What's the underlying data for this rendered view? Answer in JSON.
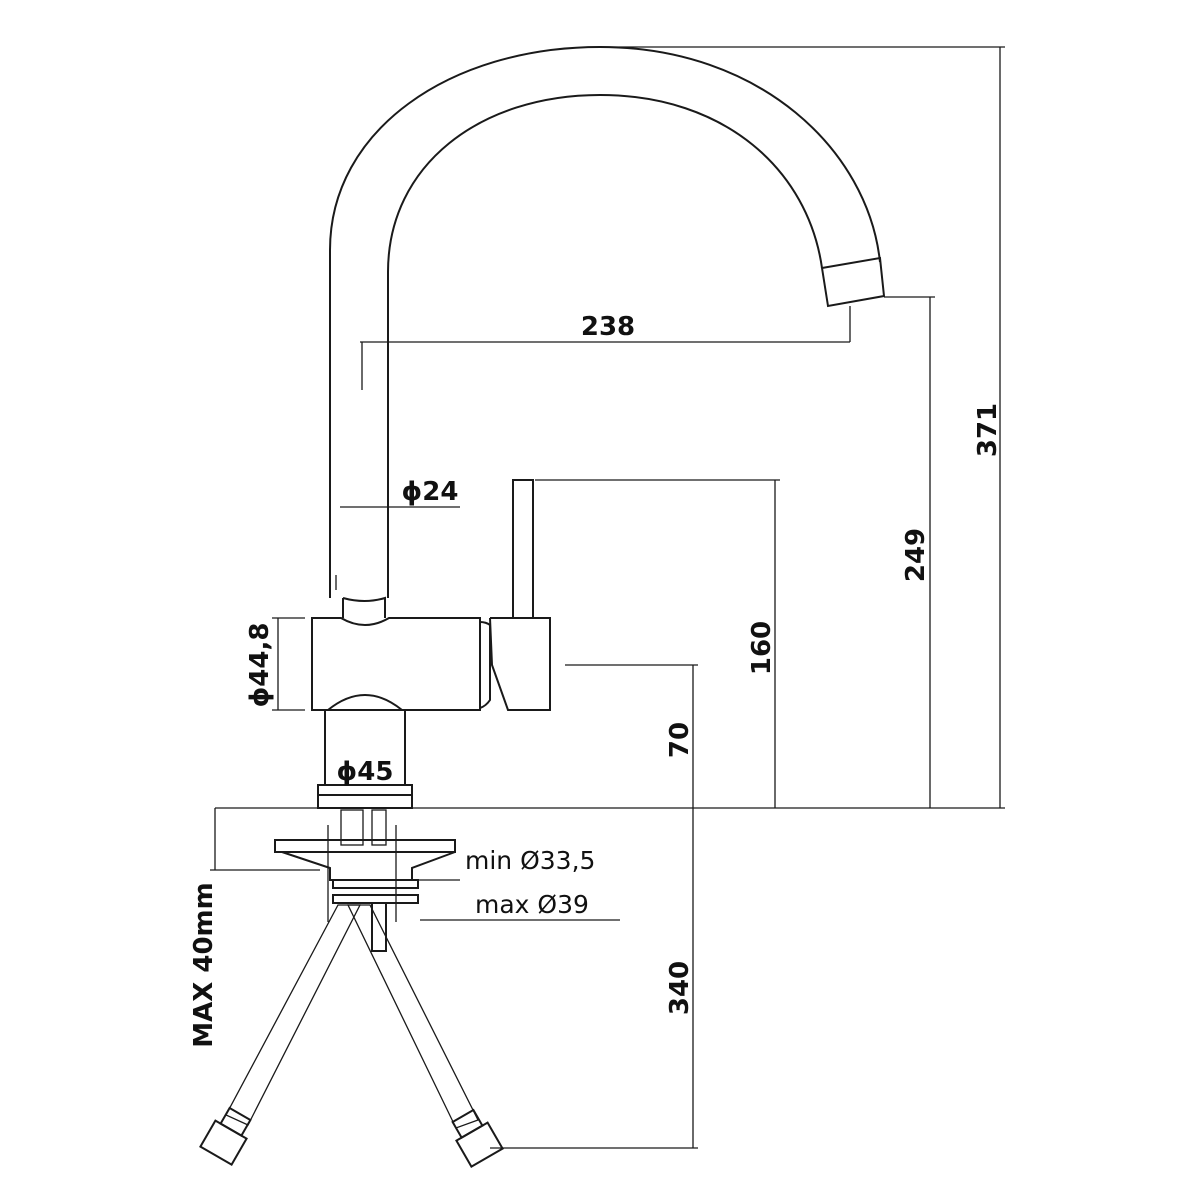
{
  "title": "Kitchen faucet technical drawing",
  "dimensions": {
    "spout_reach": "238",
    "total_height": "371",
    "spout_height": "249",
    "lever_height": "160",
    "body_height": "70",
    "hose_length": "340",
    "spout_diameter": "ϕ24",
    "body_diameter": "ϕ44,8",
    "base_diameter": "ϕ45",
    "hole_min": "min Ø33,5",
    "hole_max": "max Ø39",
    "max_thickness": "MAX 40mm"
  },
  "colors": {
    "line": "#1a1a1a",
    "background": "#ffffff"
  }
}
